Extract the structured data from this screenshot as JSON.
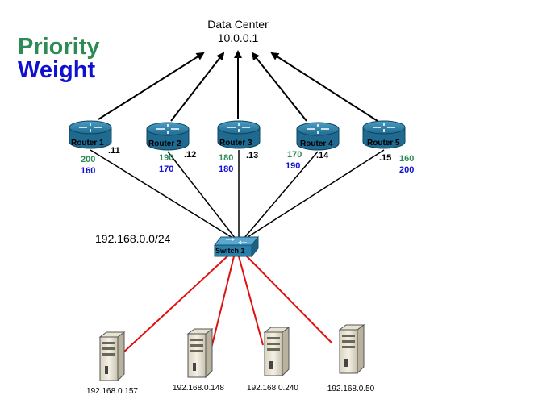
{
  "legend": {
    "priority_label": "Priority",
    "weight_label": "Weight",
    "priority_color": "#2e8b57",
    "weight_color": "#1010d0"
  },
  "data_center": {
    "name": "Data Center",
    "ip": "10.0.0.1"
  },
  "subnet": "192.168.0.0/24",
  "switch": {
    "label": "Switch 1"
  },
  "routers": [
    {
      "label": "Router 1",
      "ip_suffix": ".11",
      "priority": "200",
      "weight": "160"
    },
    {
      "label": "Router 2",
      "ip_suffix": ".12",
      "priority": "190",
      "weight": "170"
    },
    {
      "label": "Router 3",
      "ip_suffix": ".13",
      "priority": "180",
      "weight": "180"
    },
    {
      "label": "Router 4",
      "ip_suffix": ".14",
      "priority": "170",
      "weight": "190"
    },
    {
      "label": "Router 5",
      "ip_suffix": ".15",
      "priority": "160",
      "weight": "200"
    }
  ],
  "servers": [
    {
      "ip": "192.168.0.157"
    },
    {
      "ip": "192.168.0.148"
    },
    {
      "ip": "192.168.0.240"
    },
    {
      "ip": "192.168.0.50"
    }
  ],
  "colors": {
    "router_fill": "#2a7fa8",
    "switch_fill": "#2a7fa8",
    "server_link": "#e01010",
    "router_link": "#000000"
  },
  "icons": {
    "router": "router-icon",
    "switch": "switch-icon",
    "server": "server-icon"
  }
}
